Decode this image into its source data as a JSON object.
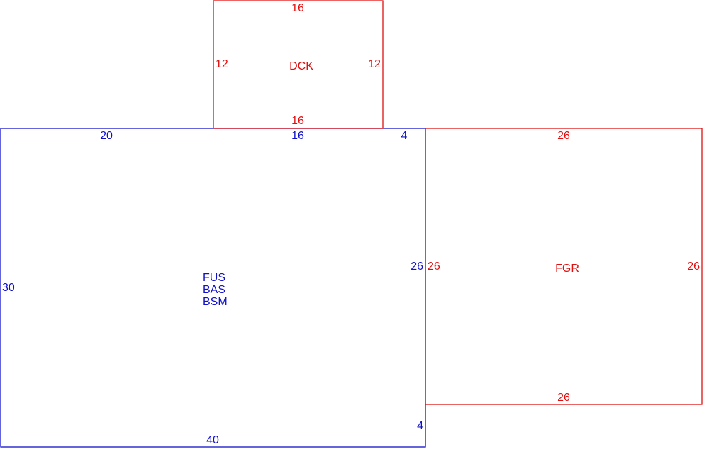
{
  "colors": {
    "red": "#e01010",
    "blue": "#1010c8"
  },
  "main": {
    "codes": [
      "FUS",
      "BAS",
      "BSM"
    ],
    "dims": {
      "top_left": "20",
      "top_middle": "16",
      "top_right": "4",
      "left": "30",
      "right_upper": "26",
      "right_lower": "4",
      "bottom": "40"
    }
  },
  "dck": {
    "code": "DCK",
    "dims": {
      "top": "16",
      "bottom": "16",
      "left": "12",
      "right": "12"
    }
  },
  "fgr": {
    "code": "FGR",
    "dims": {
      "top": "26",
      "bottom": "26",
      "left": "26",
      "right": "26"
    }
  }
}
